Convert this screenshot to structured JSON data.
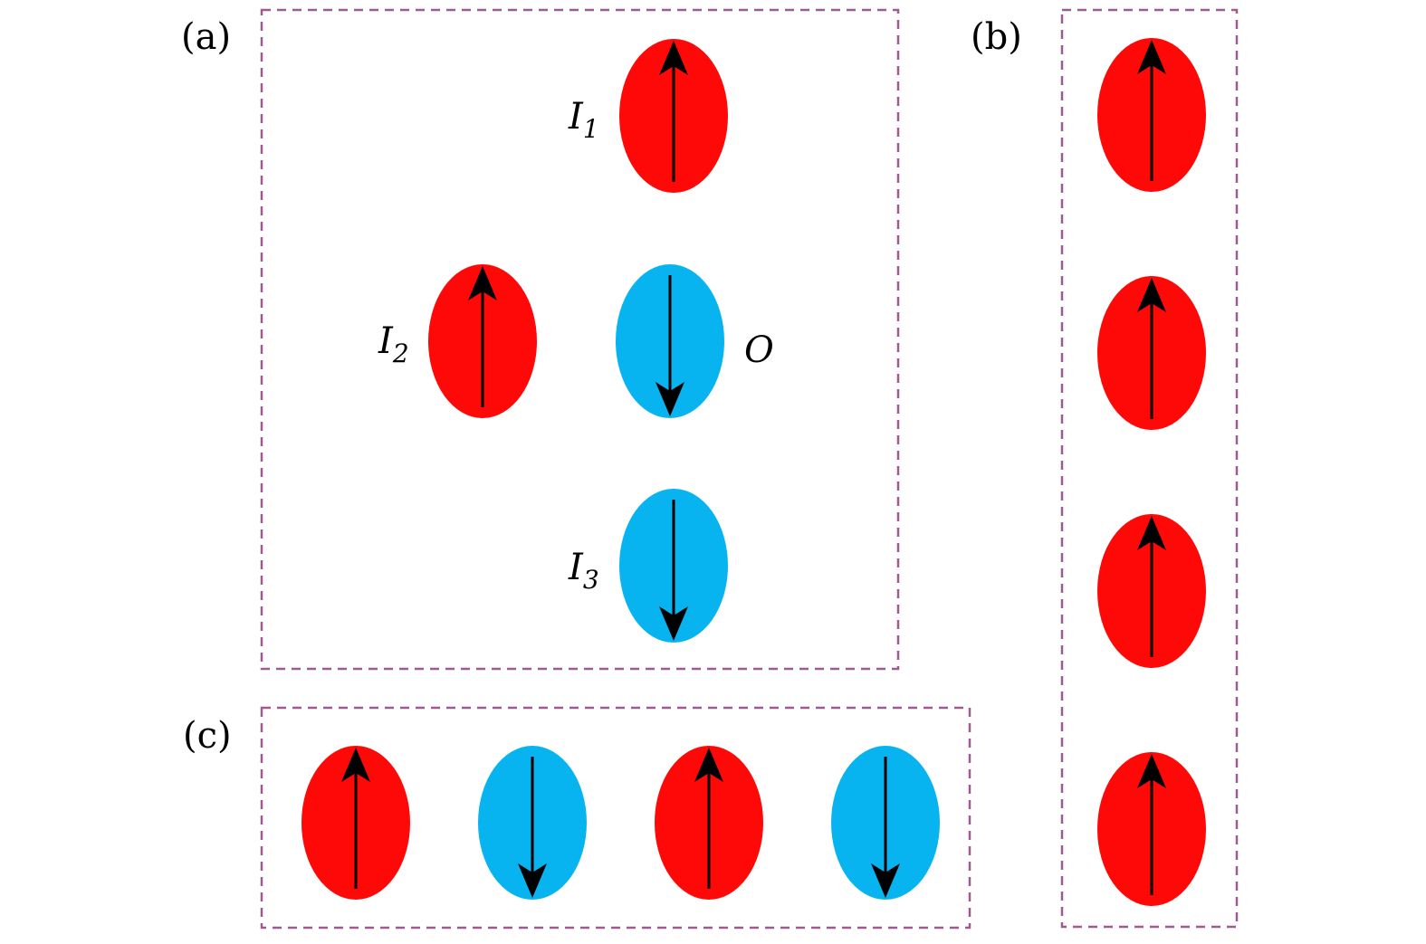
{
  "colors": {
    "up": "#fe0808",
    "down": "#08b4f0",
    "frame": "#a05a90",
    "arrow": "#000000"
  },
  "panels": {
    "a": {
      "label": "(a)",
      "spins": [
        {
          "name": "I",
          "sub": "1",
          "direction": "up"
        },
        {
          "name": "I",
          "sub": "2",
          "direction": "up"
        },
        {
          "name": "O",
          "sub": "",
          "direction": "down"
        },
        {
          "name": "I",
          "sub": "3",
          "direction": "down"
        }
      ]
    },
    "b": {
      "label": "(b)",
      "spins": [
        "up",
        "up",
        "up",
        "up"
      ]
    },
    "c": {
      "label": "(c)",
      "spins": [
        "up",
        "down",
        "up",
        "down"
      ]
    }
  }
}
